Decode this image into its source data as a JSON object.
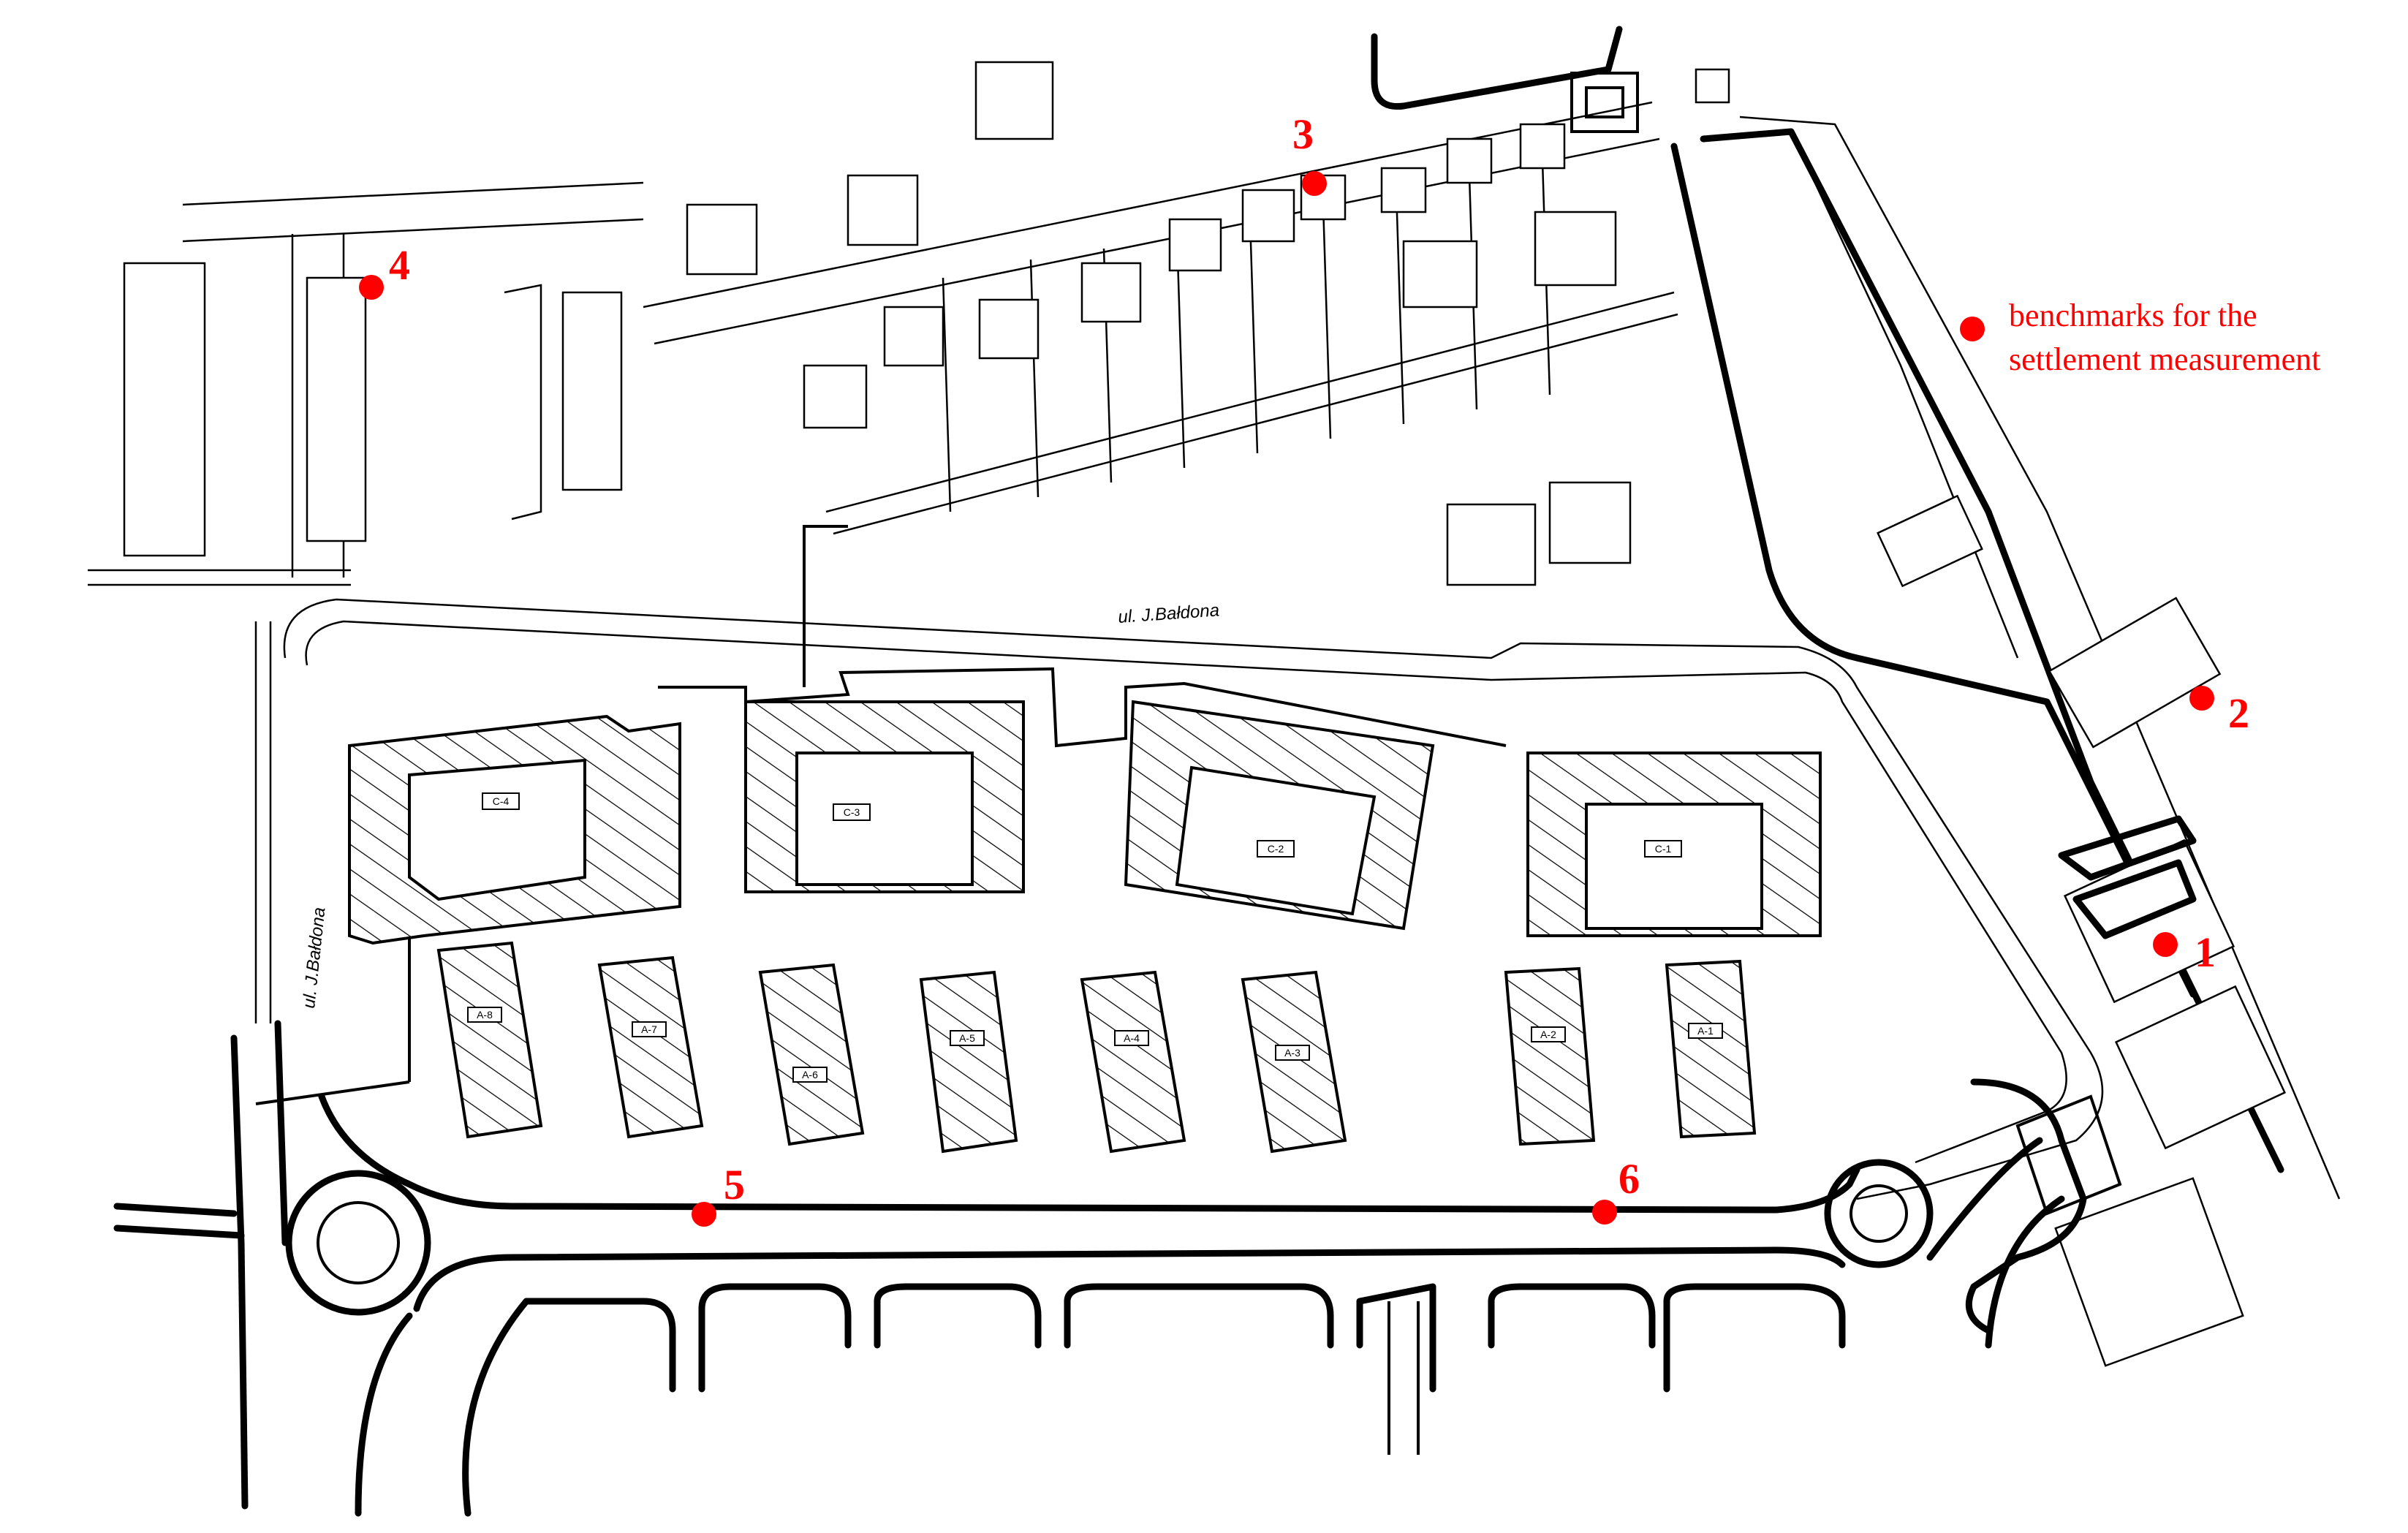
{
  "legend": {
    "text_line1": "benchmarks for the",
    "text_line2": "settlement measurement",
    "marker_color": "#ff0000"
  },
  "benchmarks": [
    {
      "label": "1"
    },
    {
      "label": "2"
    },
    {
      "label": "3"
    },
    {
      "label": "4"
    },
    {
      "label": "5"
    },
    {
      "label": "6"
    }
  ],
  "streets": {
    "upper": "ul. J.Bałdona",
    "left": "ul. J.Bałdona"
  },
  "buildings": {
    "courtyard": [
      "C-4",
      "C-3",
      "C-2",
      "C-1"
    ],
    "blocks": [
      "A-8",
      "A-7",
      "A-6",
      "A-5",
      "A-4",
      "A-3",
      "A-2",
      "A-1"
    ]
  },
  "colors": {
    "benchmark": "#ff0000",
    "line": "#000000",
    "background": "#ffffff"
  }
}
